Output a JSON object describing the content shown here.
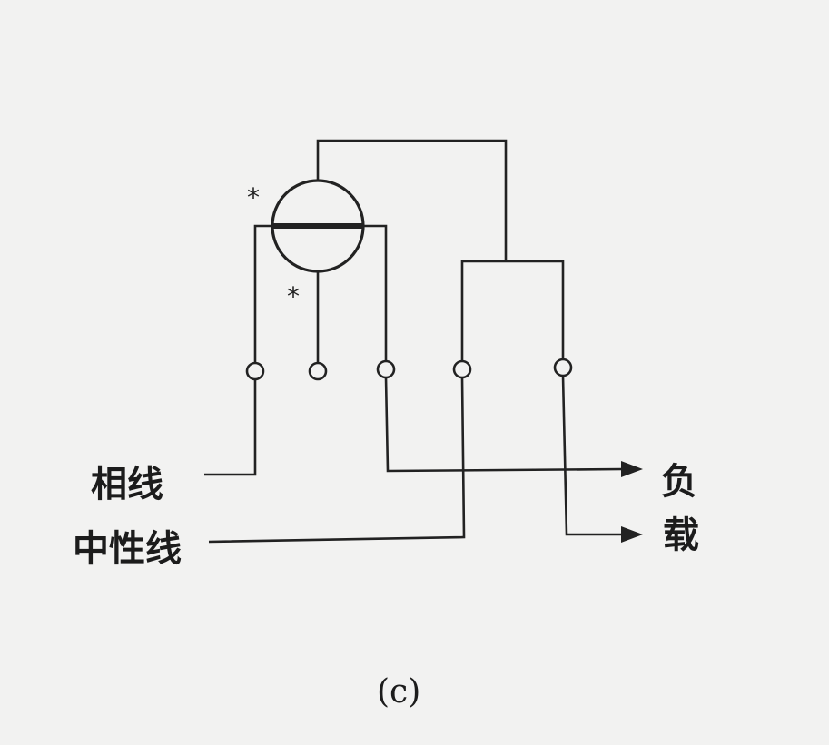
{
  "labels": {
    "phase_line": "相线",
    "neutral_line": "中性线",
    "load_top": "负",
    "load_bottom": "载"
  },
  "marks": {
    "polarity_top": "*",
    "polarity_bottom": "*"
  },
  "caption": "(c)",
  "colors": {
    "line": "#222222",
    "background": "#f2f2f1"
  }
}
